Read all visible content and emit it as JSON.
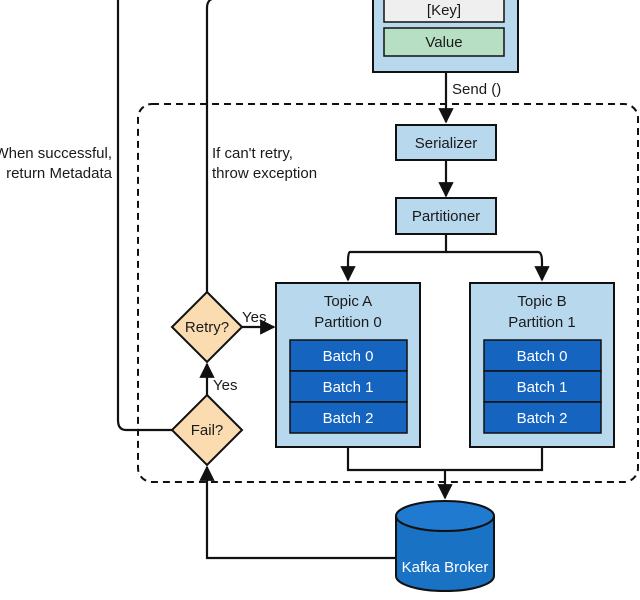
{
  "record": {
    "key": "[Key]",
    "value": "Value"
  },
  "send_label": "Send ()",
  "serializer": "Serializer",
  "partitioner": "Partitioner",
  "partitions": [
    {
      "line1": "Topic A",
      "line2": "Partition 0",
      "batches": [
        "Batch 0",
        "Batch 1",
        "Batch 2"
      ]
    },
    {
      "line1": "Topic B",
      "line2": "Partition 1",
      "batches": [
        "Batch 0",
        "Batch 1",
        "Batch 2"
      ]
    }
  ],
  "decisions": {
    "retry": "Retry?",
    "fail": "Fail?"
  },
  "yes_retry": "Yes",
  "yes_fail": "Yes",
  "success_note": [
    "When successful,",
    "return Metadata"
  ],
  "exception_note": [
    "If can't retry,",
    "throw exception"
  ],
  "broker": "Kafka Broker",
  "colors": {
    "light_blue": "#b8d8ee",
    "dark_blue": "#1565c0",
    "green": "#b7dfc4",
    "diamond": "#fbdcb0",
    "broker_blue": "#1a72c4"
  }
}
